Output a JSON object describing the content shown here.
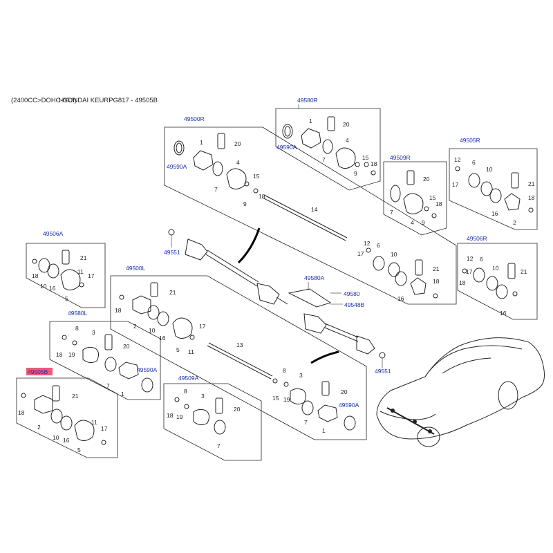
{
  "header": {
    "title": "(2400CC>DOHC-GDI)",
    "subtitle": "HYUNDAI KEURPG817 - 49505B"
  },
  "colors": {
    "code_text": "#1a2fa8",
    "highlight_fill": "#f05a78",
    "line": "#222222"
  },
  "groups": {
    "g49580R": {
      "code": "49580R",
      "sub_code": "49590A",
      "nums": [
        "1",
        "20",
        "7",
        "4",
        "15",
        "18",
        "9"
      ]
    },
    "g49500R": {
      "code": "49500R",
      "sub_code": "49590A",
      "nums": [
        "1",
        "20",
        "7",
        "4",
        "15",
        "18",
        "9"
      ]
    },
    "g49509R": {
      "code": "49509R",
      "nums": [
        "20",
        "7",
        "15",
        "18",
        "4",
        "9"
      ]
    },
    "g49505R": {
      "code": "49505R",
      "nums": [
        "12",
        "6",
        "17",
        "10",
        "21",
        "18",
        "16",
        "2"
      ]
    },
    "g49506A": {
      "code": "49506A",
      "nums": [
        "21",
        "18",
        "10",
        "16",
        "11",
        "17",
        "5"
      ]
    },
    "g49506R": {
      "code": "49506R",
      "nums": [
        "12",
        "6",
        "17",
        "10",
        "21",
        "18",
        "16"
      ]
    },
    "g49500L": {
      "code": "49500L",
      "nums": [
        "21",
        "18",
        "2",
        "10",
        "16",
        "11",
        "17",
        "5"
      ]
    },
    "g49580L": {
      "code": "49580L",
      "sub_code": "49590A",
      "nums": [
        "8",
        "3",
        "20",
        "18",
        "19",
        "7",
        "1"
      ]
    },
    "g49505B": {
      "code": "49505B",
      "nums": [
        "21",
        "18",
        "2",
        "10",
        "16",
        "11",
        "17",
        "5"
      ]
    },
    "g49509A": {
      "code": "49509A",
      "nums": [
        "8",
        "3",
        "20",
        "18",
        "19",
        "7"
      ]
    },
    "center": {
      "shaft14": "14",
      "shaft13": "13",
      "code_49551_a": "49551",
      "code_49551_b": "49551",
      "code_49580A": "49580A",
      "code_49580": "49580",
      "code_49548B": "49548B",
      "n12": "12",
      "n17": "17",
      "n6": "6",
      "n10": "10",
      "n21": "21",
      "n18": "18",
      "n16": "16",
      "n8": "8",
      "n15": "15",
      "n3": "3",
      "n20": "20",
      "n19": "19",
      "n7": "7",
      "n1": "1",
      "code_49590A": "49590A"
    }
  }
}
